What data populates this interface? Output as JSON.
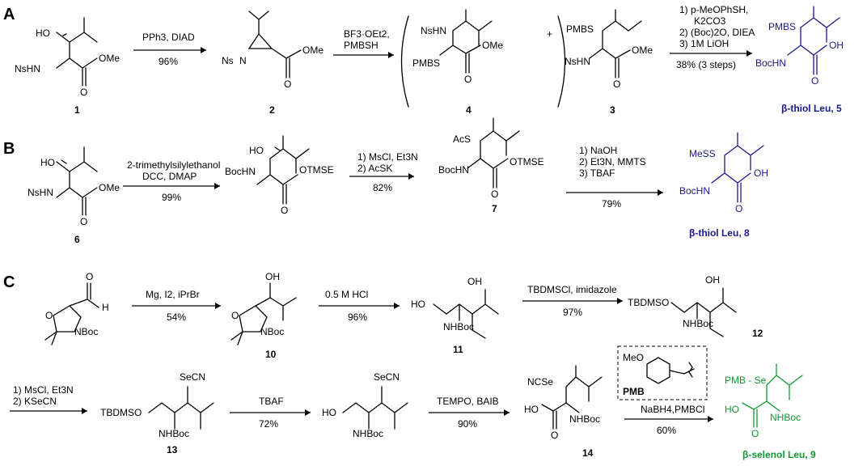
{
  "colors": {
    "product_blue": "#1a1a8c",
    "product_green": "#119933"
  },
  "panels": [
    "A",
    "B",
    "C"
  ],
  "rowA": {
    "c1": {
      "number": "1",
      "groups": [
        "HO",
        "NsHN",
        "OMe",
        "O"
      ]
    },
    "step1": {
      "reagents": [
        "PPh3, DIAD"
      ],
      "yield": "96%"
    },
    "c2": {
      "number": "2",
      "groups": [
        "Ns",
        "N",
        "OMe",
        "O"
      ]
    },
    "step2": {
      "reagents": [
        "BF3·OEt2,",
        "PMBSH"
      ]
    },
    "c4": {
      "number": "4",
      "groups": [
        "NsHN",
        "PMBS",
        "OMe",
        "O"
      ]
    },
    "plus": "+",
    "c3": {
      "number": "3",
      "groups": [
        "PMBS",
        "NsHN",
        "OMe",
        "O"
      ]
    },
    "step3": {
      "reagents": [
        "1) p-MeOPhSH,",
        "K2CO3",
        "2) (Boc)2O, DIEA",
        "3) 1M LiOH"
      ],
      "yield": "38% (3 steps)"
    },
    "c5": {
      "groups": [
        "PMBS",
        "BocHN",
        "OH",
        "O"
      ],
      "name": "β-thiol Leu, 5"
    }
  },
  "rowB": {
    "c6": {
      "number": "6",
      "groups": [
        "HO",
        "NsHN",
        "OMe",
        "O"
      ]
    },
    "step1": {
      "reagents": [
        "2-trimethylsilylethanol",
        "DCC, DMAP"
      ],
      "yield": "99%"
    },
    "int": {
      "groups": [
        "HO",
        "BocHN",
        "OTMSE",
        "O"
      ]
    },
    "step2": {
      "reagents": [
        "1) MsCl, Et3N",
        "2) AcSK"
      ],
      "yield": "82%"
    },
    "c7": {
      "number": "7",
      "groups": [
        "AcS",
        "BocHN",
        "OTMSE",
        "O"
      ]
    },
    "step3": {
      "reagents": [
        "1) NaOH",
        "2) Et3N, MMTS",
        "3) TBAF"
      ],
      "yield": "79%"
    },
    "c8": {
      "groups": [
        "MeSS",
        "BocHN",
        "OH",
        "O"
      ],
      "name": "β-thiol Leu, 8"
    }
  },
  "rowC1": {
    "ald": {
      "groups": [
        "O",
        "H",
        "O",
        "NBoc"
      ]
    },
    "step1": {
      "reagents": [
        "Mg, I2, iPrBr"
      ],
      "yield": "54%"
    },
    "c10": {
      "number": "10",
      "groups": [
        "OH",
        "O",
        "NBoc"
      ]
    },
    "step2": {
      "reagents": [
        "0.5 M HCl"
      ],
      "yield": "96%"
    },
    "c11": {
      "number": "11",
      "groups": [
        "OH",
        "HO",
        "NHBoc"
      ]
    },
    "step3": {
      "reagents": [
        "TBDMSCl, imidazole"
      ],
      "yield": "97%"
    },
    "c12": {
      "number": "12",
      "groups": [
        "OH",
        "TBDMSO",
        "NHBoc"
      ]
    }
  },
  "rowC2": {
    "step1": {
      "reagents": [
        "1) MsCl, Et3N",
        "2) KSeCN"
      ]
    },
    "c13": {
      "number": "13",
      "groups": [
        "SeCN",
        "TBDMSO",
        "NHBoc"
      ]
    },
    "step2": {
      "reagents": [
        "TBAF"
      ],
      "yield": "72%"
    },
    "int": {
      "groups": [
        "SeCN",
        "HO",
        "NHBoc"
      ]
    },
    "step3": {
      "reagents": [
        "TEMPO, BAIB"
      ],
      "yield": "90%"
    },
    "c14": {
      "number": "14",
      "groups": [
        "NCSe",
        "HO",
        "NHBoc",
        "O"
      ]
    },
    "pmb_box": {
      "groups": [
        "MeO"
      ],
      "label": "PMB"
    },
    "step4": {
      "reagents": [
        "NaBH4,PMBCl"
      ],
      "yield": "60%"
    },
    "c9": {
      "groups": [
        "PMB - Se",
        "HO",
        "NHBoc",
        "O"
      ],
      "name": "β-selenol Leu, 9"
    }
  }
}
